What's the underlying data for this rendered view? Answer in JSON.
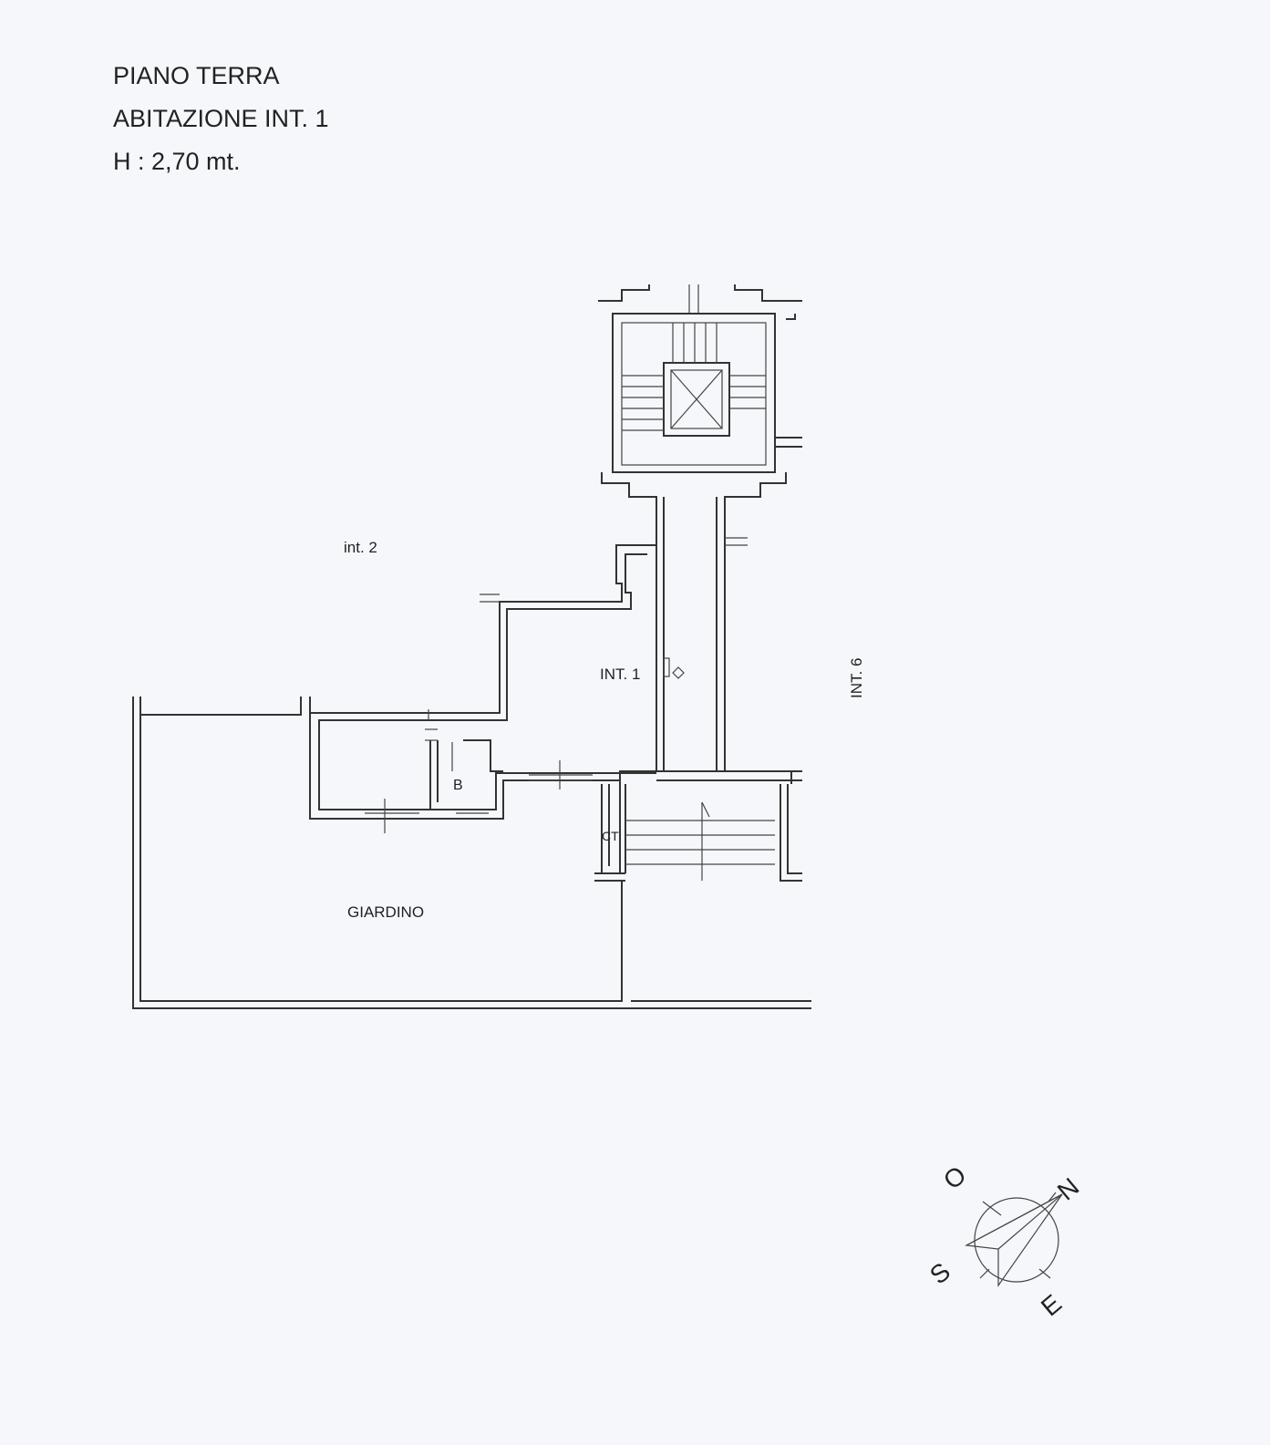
{
  "header": {
    "line1": "PIANO TERRA",
    "line2": "ABITAZIONE INT. 1",
    "line3": "H : 2,70 mt."
  },
  "plan": {
    "label_int2": "int. 2",
    "label_int1": "INT. 1",
    "label_int6": "INT. 6",
    "label_bath": "B",
    "label_ct": "CT",
    "label_garden": "GIARDINO"
  },
  "compass": {
    "north": "N",
    "east": "E",
    "south": "S",
    "west": "O"
  }
}
